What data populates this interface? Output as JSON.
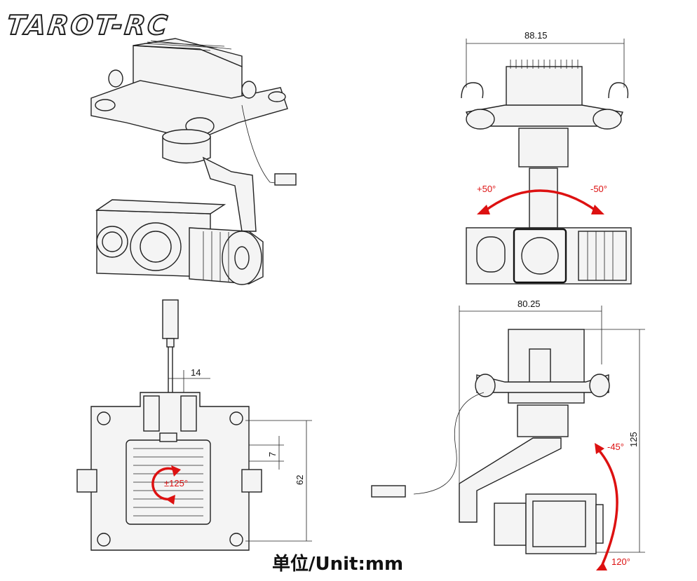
{
  "brand": {
    "logo_text": "TAROT-RC"
  },
  "unit_label": "单位/Unit:mm",
  "dimensions": {
    "front_width": "88.15",
    "side_width": "80.25",
    "side_height": "125",
    "top_cable_offset": "14",
    "top_height": "62",
    "top_hole_pitch": "7"
  },
  "angles": {
    "roll_plus": "+50°",
    "roll_minus": "-50°",
    "yaw_range": "±125°",
    "pitch_up": "-45°",
    "pitch_down": "120°"
  },
  "colors": {
    "accent": "#dd1111",
    "line": "#222222"
  }
}
